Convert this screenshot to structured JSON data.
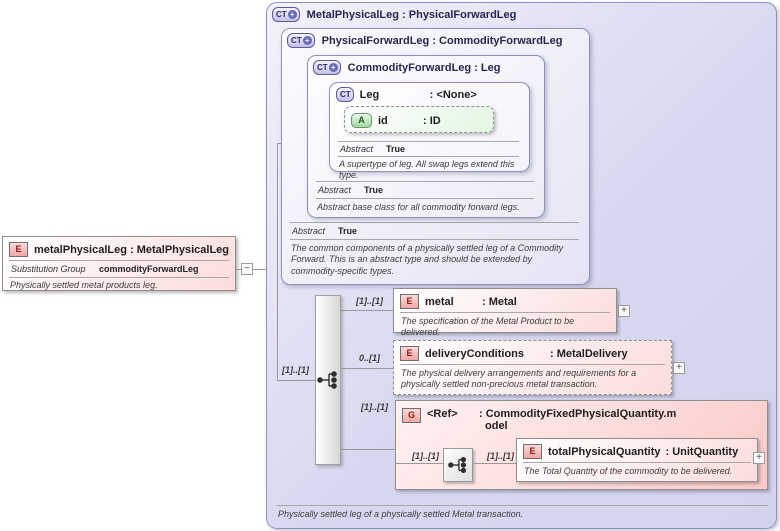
{
  "palette": {
    "element_fill": "#f7c6c6",
    "type_fill": "#c9c9ec",
    "attribute_fill": "#a3d9a3",
    "container_fill": "#d7d7f0",
    "line": "#999999"
  },
  "icons": {
    "element": "E",
    "attribute": "A",
    "group": "G",
    "complex_type": "CT",
    "derived_plus": "+",
    "collapse": "−",
    "expand": "+"
  },
  "left_element": {
    "title": "metalPhysicalLeg : MetalPhysicalLeg",
    "substitution_group_label": "Substitution Group",
    "substitution_group_value": "commodityForwardLeg",
    "annotation": "Physically settled metal products leg."
  },
  "root_type": {
    "title": "MetalPhysicalLeg : PhysicalForwardLeg",
    "annotation": "Physically settled leg of a physically settled Metal transaction."
  },
  "physical_forward_leg": {
    "title": "PhysicalForwardLeg : CommodityForwardLeg",
    "abstract_label": "Abstract",
    "abstract_value": "True",
    "annotation": "The common components of a physically settled leg of a Commodity Forward. This is an abstract type and should be extended by commodity-specific types."
  },
  "commodity_forward_leg": {
    "title": "CommodityForwardLeg : Leg",
    "abstract_label": "Abstract",
    "abstract_value": "True",
    "annotation": "Abstract base class for all commodity forward legs."
  },
  "leg": {
    "name": "Leg",
    "type": ": <None>",
    "abstract_label": "Abstract",
    "abstract_value": "True",
    "annotation": "A supertype of leg. All swap legs extend this type.",
    "attribute": {
      "name": "id",
      "type": ": ID"
    }
  },
  "content_model": {
    "incoming_cardinality": "[1]..[1]",
    "metal": {
      "cardinality": "[1]..[1]",
      "name": "metal",
      "type": ": Metal",
      "annotation": "The specification of the Metal Product to be delivered."
    },
    "delivery_conditions": {
      "cardinality": "0..[1]",
      "name": "deliveryConditions",
      "type": ": MetalDelivery",
      "annotation": "The physical delivery arrangements and requirements for a physically settled non-precious metal transaction."
    },
    "quantity_group": {
      "cardinality": "[1]..[1]",
      "name": "<Ref>",
      "type_line1": ": CommodityFixedPhysicalQuantity.m",
      "type_line2": "odel",
      "left_cardinality": "[1]..[1]",
      "right_cardinality": "[1]..[1]",
      "total_physical_quantity": {
        "name": "totalPhysicalQuantity",
        "type": ": UnitQuantity",
        "annotation": "The Total Quantity of the commodity to be delivered."
      }
    }
  }
}
